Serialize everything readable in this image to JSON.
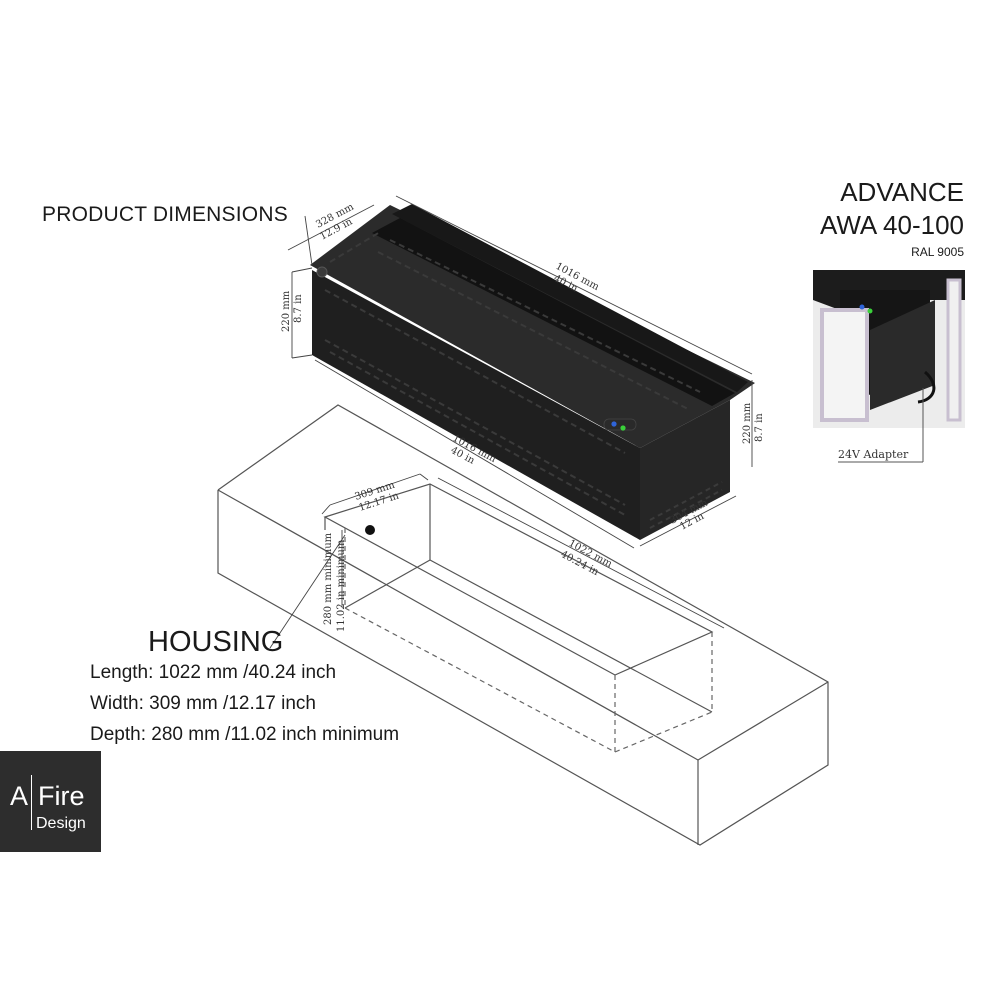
{
  "product_heading": "PRODUCT DIMENSIONS",
  "brand": {
    "line1": "ADVANCE",
    "line2": "AWA 40-100",
    "ral": "RAL 9005",
    "adapter_label": "24V Adapter"
  },
  "dimensions": {
    "depth_top": {
      "mm": "328 mm",
      "in": "12.9 in"
    },
    "length_top": {
      "mm": "1016 mm",
      "in": "40 in"
    },
    "height_left": {
      "mm": "220 mm",
      "in": "8.7 in"
    },
    "length_front": {
      "mm": "1016 mm",
      "in": "40 in"
    },
    "height_right": {
      "mm": "220 mm",
      "in": "8.7 in"
    },
    "depth_bottom": {
      "mm": "304 mm",
      "in": "12 in"
    }
  },
  "housing_dims": {
    "width": {
      "mm": "309 mm",
      "in": "12.17 in"
    },
    "length": {
      "mm": "1022 mm",
      "in": "40.24 in"
    },
    "depth_mm": "280 mm minimum",
    "depth_in": "11.02 in minimum"
  },
  "housing": {
    "heading": "HOUSING",
    "length": "Length: 1022 mm /40.24 inch",
    "width": "Width: 309 mm /12.17 inch",
    "depth": "Depth: 280 mm /11.02 inch minimum"
  },
  "logo": {
    "a": "A",
    "fire": "Fire",
    "design": "Design"
  },
  "colors": {
    "product_body": "#222222",
    "product_top": "#2b2b2b",
    "led_green": "#3ad13a",
    "led_blue": "#2f64d8",
    "logo_bg": "#2d2d2d",
    "inset_frame": "#c8bfd0"
  }
}
